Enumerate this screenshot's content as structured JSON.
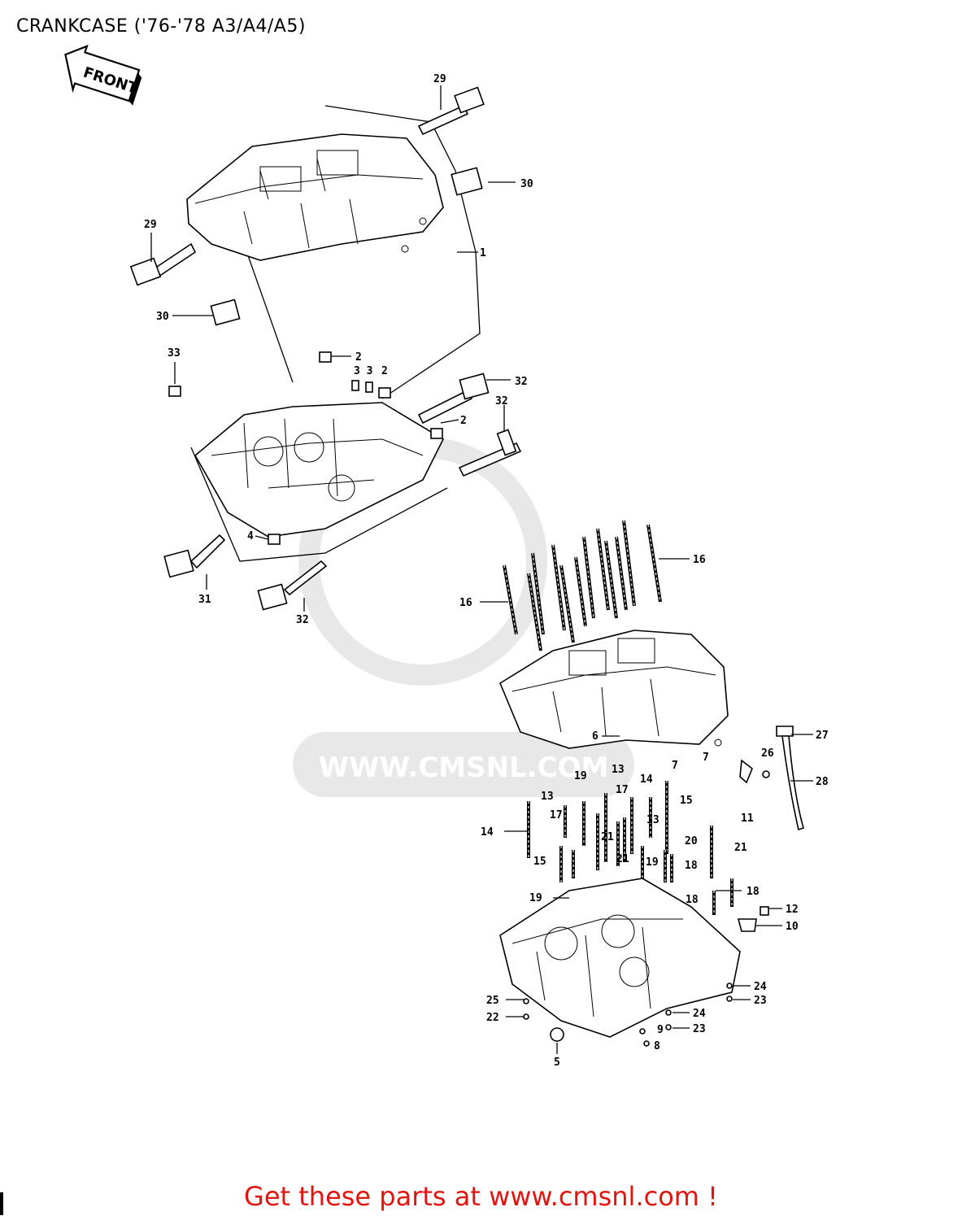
{
  "title": "CRANKCASE ('76-'78 A3/A4/A5)",
  "front_arrow_label": "FRONT",
  "watermark_text": "WWW.CMSNL.COM",
  "footer_text": "Get these parts at www.cmsnl.com !",
  "colors": {
    "footer": "#e0150f",
    "watermark": "#e6e6e6"
  },
  "callouts": [
    {
      "id": "c29a",
      "text": "29"
    },
    {
      "id": "c30a",
      "text": "30"
    },
    {
      "id": "c29b",
      "text": "29"
    },
    {
      "id": "c1",
      "text": "1"
    },
    {
      "id": "c30b",
      "text": "30"
    },
    {
      "id": "c33a",
      "text": "33"
    },
    {
      "id": "c2a",
      "text": "2"
    },
    {
      "id": "c33b",
      "text": "3 3"
    },
    {
      "id": "c2b",
      "text": "2"
    },
    {
      "id": "c32a",
      "text": "32"
    },
    {
      "id": "c32b",
      "text": "32"
    },
    {
      "id": "c2c",
      "text": "2"
    },
    {
      "id": "c4",
      "text": "4"
    },
    {
      "id": "c31",
      "text": "31"
    },
    {
      "id": "c32c",
      "text": "32"
    },
    {
      "id": "c16a",
      "text": "16"
    },
    {
      "id": "c16b",
      "text": "16"
    },
    {
      "id": "c6",
      "text": "6"
    },
    {
      "id": "c7a",
      "text": "7"
    },
    {
      "id": "c7b",
      "text": "7"
    },
    {
      "id": "c27",
      "text": "27"
    },
    {
      "id": "c26",
      "text": "26"
    },
    {
      "id": "c28",
      "text": "28"
    },
    {
      "id": "c11",
      "text": "11"
    },
    {
      "id": "c19a",
      "text": "19"
    },
    {
      "id": "c13a",
      "text": "13"
    },
    {
      "id": "c13b",
      "text": "13"
    },
    {
      "id": "c17a",
      "text": "17"
    },
    {
      "id": "c14a",
      "text": "14"
    },
    {
      "id": "c15a",
      "text": "15"
    },
    {
      "id": "c17b",
      "text": "17"
    },
    {
      "id": "c14b",
      "text": "14"
    },
    {
      "id": "c13c",
      "text": "13"
    },
    {
      "id": "c21a",
      "text": "21"
    },
    {
      "id": "c20",
      "text": "20"
    },
    {
      "id": "c21b",
      "text": "21"
    },
    {
      "id": "c21c",
      "text": "21"
    },
    {
      "id": "c15b",
      "text": "15"
    },
    {
      "id": "c19b",
      "text": "19"
    },
    {
      "id": "c18a",
      "text": "18"
    },
    {
      "id": "c18b",
      "text": "18"
    },
    {
      "id": "c18c",
      "text": "18"
    },
    {
      "id": "c19c",
      "text": "19"
    },
    {
      "id": "c12",
      "text": "12"
    },
    {
      "id": "c10",
      "text": "10"
    },
    {
      "id": "c25",
      "text": "25"
    },
    {
      "id": "c22",
      "text": "22"
    },
    {
      "id": "c24a",
      "text": "24"
    },
    {
      "id": "c23a",
      "text": "23"
    },
    {
      "id": "c24b",
      "text": "24"
    },
    {
      "id": "c23b",
      "text": "23"
    },
    {
      "id": "c9",
      "text": "9"
    },
    {
      "id": "c8",
      "text": "8"
    },
    {
      "id": "c5",
      "text": "5"
    }
  ]
}
